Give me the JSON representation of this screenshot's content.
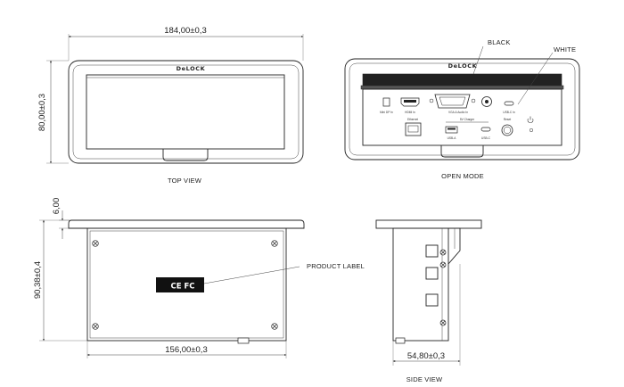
{
  "brand": "DeLOCK",
  "top_view": {
    "caption": "TOP VIEW",
    "width_dim": "184,00±0,3",
    "height_dim": "80,00±0,3"
  },
  "open_mode": {
    "caption": "OPEN MODE",
    "callout_black": "BLACK",
    "callout_white": "WHITE",
    "port_labels": [
      "Mini DP In",
      "HDMI In",
      "VGA & Audio In",
      "USB-C In",
      "Ethernet",
      "5V Charger",
      "USB-A",
      "USB-C",
      "Reset"
    ]
  },
  "front_view": {
    "flange_dim": "6,00",
    "height_dim": "90,38±0,4",
    "width_dim": "156,00±0,3",
    "product_label": "PRODUCT LABEL",
    "label_marks": "CE FC"
  },
  "side_view": {
    "caption": "SIDE VIEW",
    "width_dim": "54,80±0,3"
  }
}
